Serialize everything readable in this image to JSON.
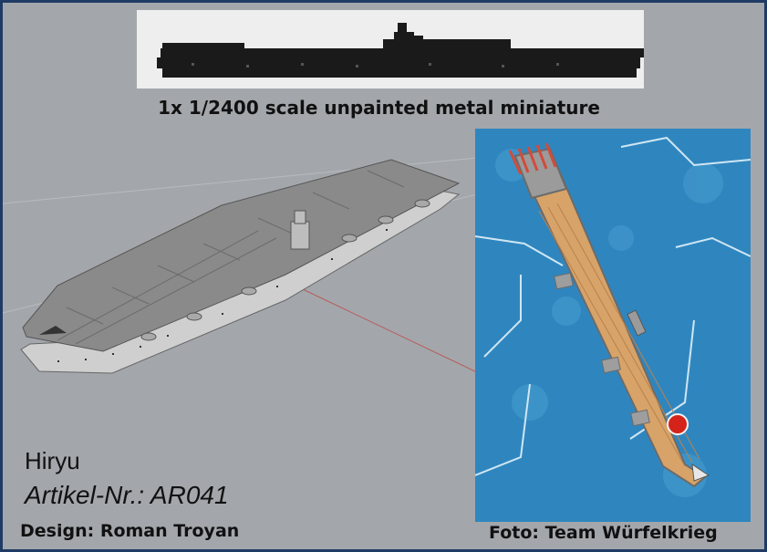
{
  "colors": {
    "border": "#1f3a64",
    "background": "#a3a7ab",
    "sea": "#2f86bf",
    "deck_wood": "#d7a368",
    "hinomaru": "#d4231a"
  },
  "caption": "1x 1/2400 scale unpainted metal miniature",
  "ship_name": "Hiryu",
  "article_number": "Artikel-Nr.: AR041",
  "design_credit": "Design: Roman Troyan",
  "photo_credit": "Foto: Team Würfelkrieg"
}
